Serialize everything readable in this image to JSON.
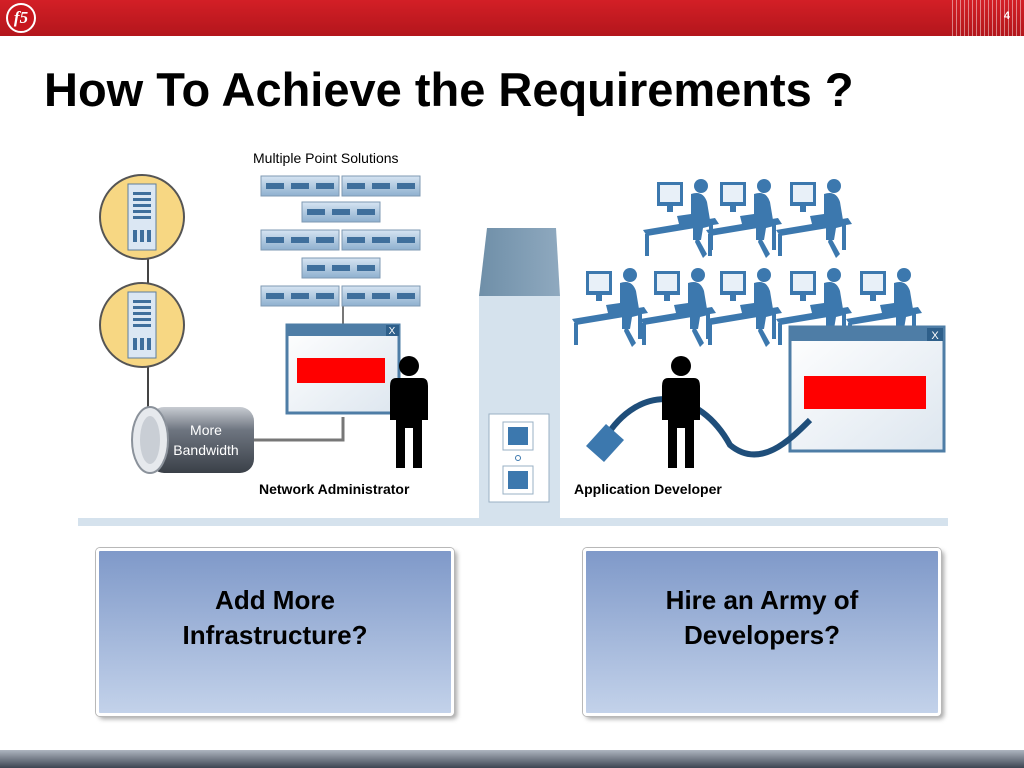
{
  "slide": {
    "page_number": "4",
    "title": "How To Achieve the Requirements ?",
    "logo_text": "f5"
  },
  "diagram": {
    "point_solutions_label": "Multiple Point Solutions",
    "bandwidth_label_line1": "More",
    "bandwidth_label_line2": "Bandwidth",
    "network_admin_label": "Network Administrator",
    "app_developer_label": "Application Developer",
    "window_close_glyph": "X",
    "highlight_color": "#ff0000",
    "accent_color": "#d31f26"
  },
  "options": [
    {
      "line1": "Add More",
      "line2": "Infrastructure?"
    },
    {
      "line1": "Hire an Army of",
      "line2": "Developers?"
    }
  ]
}
